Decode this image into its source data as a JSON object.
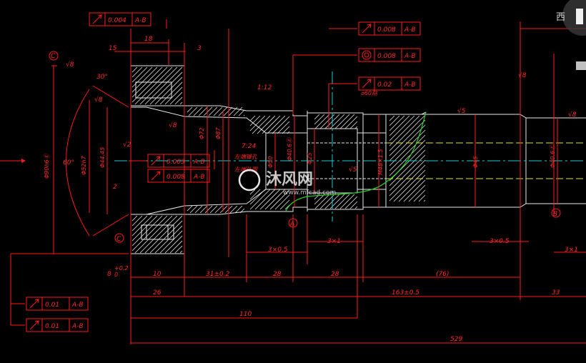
{
  "tolerance_frames": [
    {
      "symbol": "runout",
      "value": "0.004",
      "datum": "A-B"
    },
    {
      "symbol": "runout",
      "value": "0.008",
      "datum": "A-B"
    },
    {
      "symbol": "concentric",
      "value": "0.008",
      "datum": "A-B"
    },
    {
      "symbol": "runout",
      "value": "0.02",
      "datum": "A-B"
    },
    {
      "symbol": "runout",
      "value": "0.003",
      "datum": "A-B"
    },
    {
      "symbol": "runout",
      "value": "0.008",
      "datum": "A-B"
    },
    {
      "symbol": "runout",
      "value": "0.01",
      "datum": "A-B"
    },
    {
      "symbol": "runout",
      "value": "0.01",
      "datum": "A-B"
    }
  ],
  "dimensions": {
    "d18": "18",
    "d15": "15",
    "d3": "3",
    "d2": "2",
    "a30": "30°",
    "a60": "60°",
    "dia90": "Φ90h6Ⓔ",
    "dia52": "Φ52h7",
    "dia4445": "Φ44.45",
    "dia72": "Φ72",
    "dia87": "Φ87",
    "dia50": "Φ50",
    "dia40": "Φ40.6Ⓔ",
    "dia25": "Φ25",
    "dia48": "M48×1.5",
    "dia45": "Φ45",
    "dia40b": "Φ40.6Ⓔ",
    "taper1": "1:12",
    "taper2": "7:24",
    "d3x05a": "3×0.5",
    "d3x1a": "3×1",
    "d3x05b": "3×0.5",
    "d3x1b": "3×1",
    "d8": "8",
    "d10": "10",
    "d31": "31±0.2",
    "d28a": "28",
    "d28b": "28",
    "d76": "(76)",
    "d26": "26",
    "d163": "163±0.5",
    "d33": "33",
    "d110": "110",
    "d529": "529",
    "tol8": "+0.2",
    "tol8b": "0",
    "dia60": "⌀60贴",
    "note1": "左端锥孔",
    "note2": "左端外圆"
  },
  "datum_labels": {
    "a": "A",
    "b": "B",
    "c": "C"
  },
  "surface_marks": [
    "√8",
    "√8",
    "√8",
    "√8",
    "√5",
    "√5",
    "√2",
    "√8"
  ],
  "watermark": {
    "site": "沐风网",
    "url": "www.mfcad.com"
  },
  "corner_text": "西"
}
